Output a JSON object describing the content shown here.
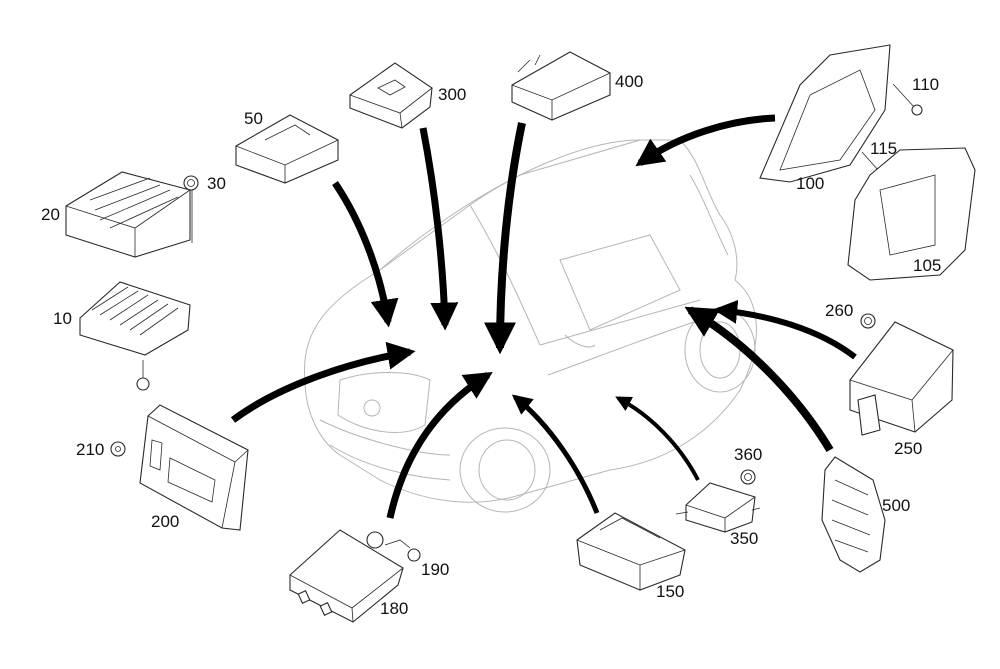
{
  "diagram": {
    "title": "",
    "subject": "small car with electronic control units (exploded view)",
    "parts": [
      {
        "id": "p10",
        "label": "10"
      },
      {
        "id": "p20",
        "label": "20"
      },
      {
        "id": "p30",
        "label": "30"
      },
      {
        "id": "p50",
        "label": "50"
      },
      {
        "id": "p100",
        "label": "100"
      },
      {
        "id": "p105",
        "label": "105"
      },
      {
        "id": "p110",
        "label": "110"
      },
      {
        "id": "p115",
        "label": "115"
      },
      {
        "id": "p150",
        "label": "150"
      },
      {
        "id": "p180",
        "label": "180"
      },
      {
        "id": "p190",
        "label": "190"
      },
      {
        "id": "p200",
        "label": "200"
      },
      {
        "id": "p210",
        "label": "210"
      },
      {
        "id": "p250",
        "label": "250"
      },
      {
        "id": "p260",
        "label": "260"
      },
      {
        "id": "p300",
        "label": "300"
      },
      {
        "id": "p350",
        "label": "350"
      },
      {
        "id": "p360",
        "label": "360"
      },
      {
        "id": "p400",
        "label": "400"
      },
      {
        "id": "p500",
        "label": "500"
      }
    ],
    "arrows": [
      {
        "from": "50",
        "to": "car-front-hood"
      },
      {
        "from": "300",
        "to": "car-front-hood"
      },
      {
        "from": "400",
        "to": "car-dashboard"
      },
      {
        "from": "100",
        "to": "car-roof"
      },
      {
        "from": "200",
        "to": "car-front"
      },
      {
        "from": "180",
        "to": "car-front"
      },
      {
        "from": "150",
        "to": "car-interior"
      },
      {
        "from": "350",
        "to": "car-interior"
      },
      {
        "from": "500",
        "to": "car-side"
      },
      {
        "from": "250",
        "to": "car-side"
      }
    ]
  }
}
